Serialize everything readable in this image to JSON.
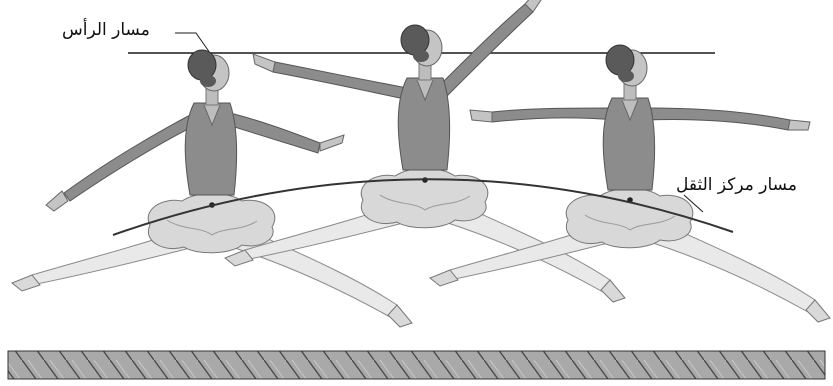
{
  "labels": {
    "head_path": "مسار الرأس",
    "center_of_mass_path": "مسار مركز الثقل"
  },
  "figures": {
    "dancer_count": 3,
    "icon": "ballet-dancer-leap-icon"
  },
  "colors": {
    "line": "#1a1a1a",
    "body": "#8a8a8a",
    "body_dark": "#6e6e6e",
    "skin": "#bdbdbd",
    "hair": "#555555",
    "tutu": "#d6d6d6",
    "leg": "#e6e6e6",
    "floor_fill": "#a9a9a9",
    "floor_hatch": "#555555"
  }
}
